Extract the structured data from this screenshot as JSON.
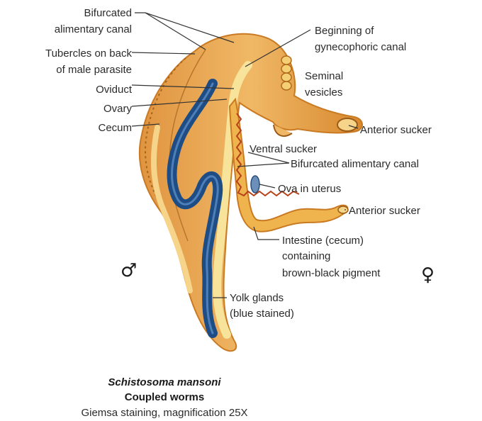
{
  "labels": {
    "bifurcated_top_1": "Bifurcated",
    "bifurcated_top_2": "alimentary canal",
    "tubercles_1": "Tubercles on back",
    "tubercles_2": "of male parasite",
    "oviduct": "Oviduct",
    "ovary": "Ovary",
    "cecum": "Cecum",
    "gyneco_1": "Beginning of",
    "gyneco_2": "gynecophoric canal",
    "seminal_1": "Seminal",
    "seminal_2": "vesicles",
    "anterior_sucker_male": "Anterior sucker",
    "ventral_sucker": "Ventral sucker",
    "bifurcated_right": "Bifurcated alimentary canal",
    "ova": "Ova in uterus",
    "anterior_sucker_female": "Anterior sucker",
    "intestine_1": "Intestine (cecum)",
    "intestine_2": "containing",
    "intestine_3": "brown-black pigment",
    "yolk_1": "Yolk glands",
    "yolk_2": "(blue stained)"
  },
  "symbols": {
    "male": "♂",
    "female": "♀"
  },
  "caption": {
    "title": "Schistosoma mansoni",
    "subtitle": "Coupled worms",
    "note": "Giemsa staining, magnification 25X"
  },
  "colors": {
    "male_body": "#e8a24a",
    "male_edge": "#c97a22",
    "female_body": "#f0b44e",
    "yolk_glands": "#1e4d86",
    "pigment": "#b5421a",
    "canal": "#f7e39a",
    "ova": "#6b8fb8"
  }
}
